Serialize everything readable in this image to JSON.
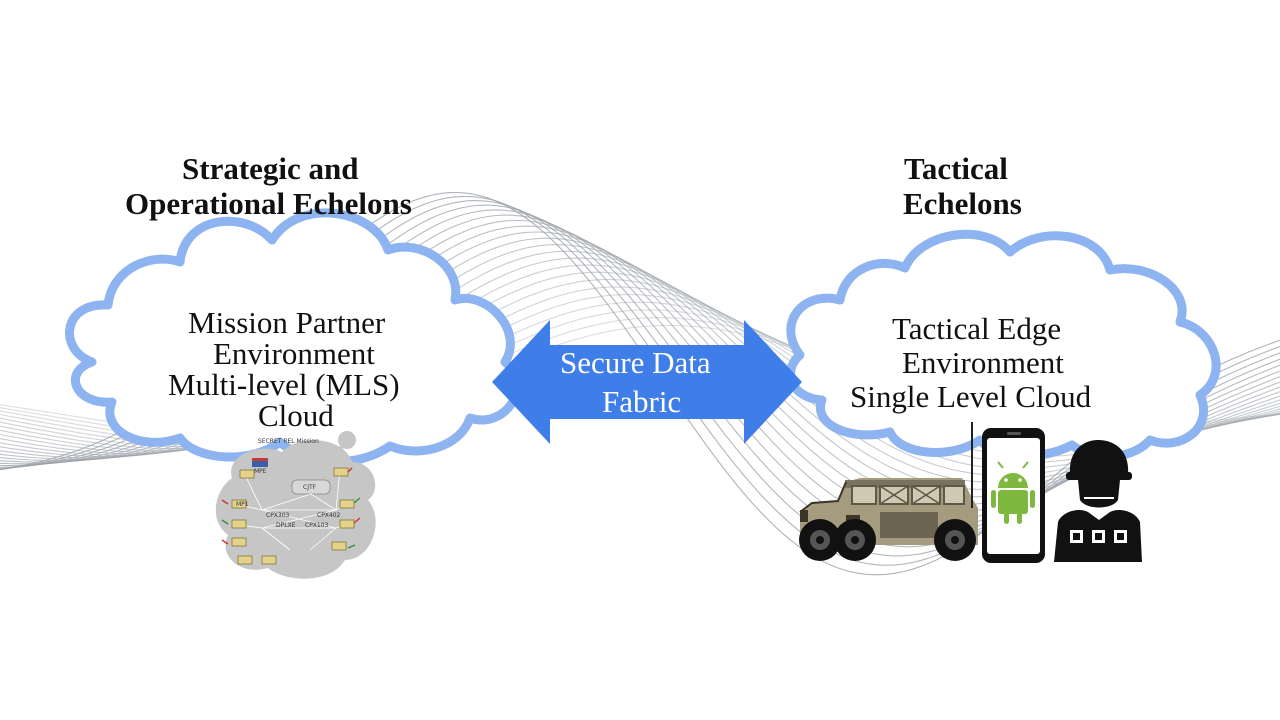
{
  "left": {
    "heading_line1": "Strategic and",
    "heading_line2": "Operational Echelons",
    "cloud_lines": [
      "Mission Partner",
      "Environment",
      "Multi-level (MLS)",
      "Cloud"
    ],
    "network_labels": {
      "header": "SECRET REL Mission",
      "mpe": "MPE",
      "core": "CJTF",
      "c1": "CPX303",
      "c2": "CPX402",
      "c3": "DPLXE",
      "c4": "CPX103",
      "node": "MP1"
    }
  },
  "center": {
    "arrow_lines": [
      "Secure Data",
      "Fabric"
    ],
    "arrow_color": "#3f7ee8"
  },
  "right": {
    "heading_line1": "Tactical",
    "heading_line2": "Echelons",
    "cloud_lines": [
      "Tactical Edge",
      "Environment",
      "Single Level Cloud"
    ]
  },
  "colors": {
    "cloud_outline": "#8db3f0",
    "wave": "#9aa0a8",
    "android_green": "#7fb83f"
  },
  "icons": [
    "humvee-icon",
    "smartphone-android-icon",
    "soldier-icon",
    "network-diagram-icon"
  ]
}
